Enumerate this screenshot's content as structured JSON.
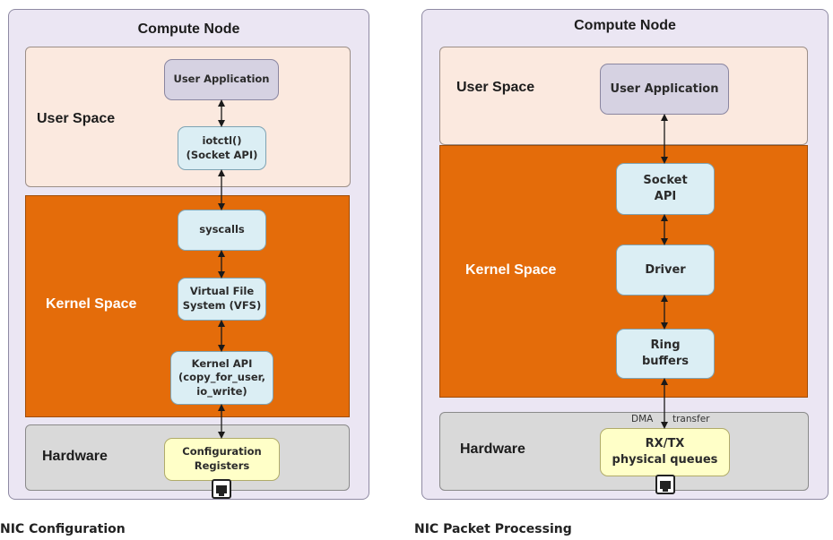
{
  "left": {
    "node_title": "Compute Node",
    "user_space_label": "User Space",
    "kernel_space_label": "Kernel Space",
    "hardware_label": "Hardware",
    "user_application": "User Application",
    "ioctl_box": "iotctl()\n(Socket API)",
    "syscalls": "syscalls",
    "vfs": "Virtual File\nSystem (VFS)",
    "kernel_api": "Kernel API\n(copy_for_user,\nio_write)",
    "config_registers": "Configuration\nRegisters",
    "caption": "NIC Configuration"
  },
  "right": {
    "node_title": "Compute Node",
    "user_space_label": "User Space",
    "kernel_space_label": "Kernel Space",
    "hardware_label": "Hardware",
    "user_application": "User Application",
    "socket_api": "Socket\nAPI",
    "driver": "Driver",
    "ring_buffers": "Ring\nbuffers",
    "dma_label": "DMA",
    "transfer_label": "transfer",
    "queues": "RX/TX\nphysical queues",
    "caption": "NIC Packet Processing"
  },
  "colors": {
    "node_bg": "#ebe6f3",
    "user_space_bg": "#fbe9df",
    "kernel_space_bg": "#e46c0a",
    "hardware_bg": "#d9d9d9",
    "app_box_bg": "#d6d2e2",
    "api_box_bg": "#dbeef4",
    "hw_box_bg": "#ffffc8"
  }
}
